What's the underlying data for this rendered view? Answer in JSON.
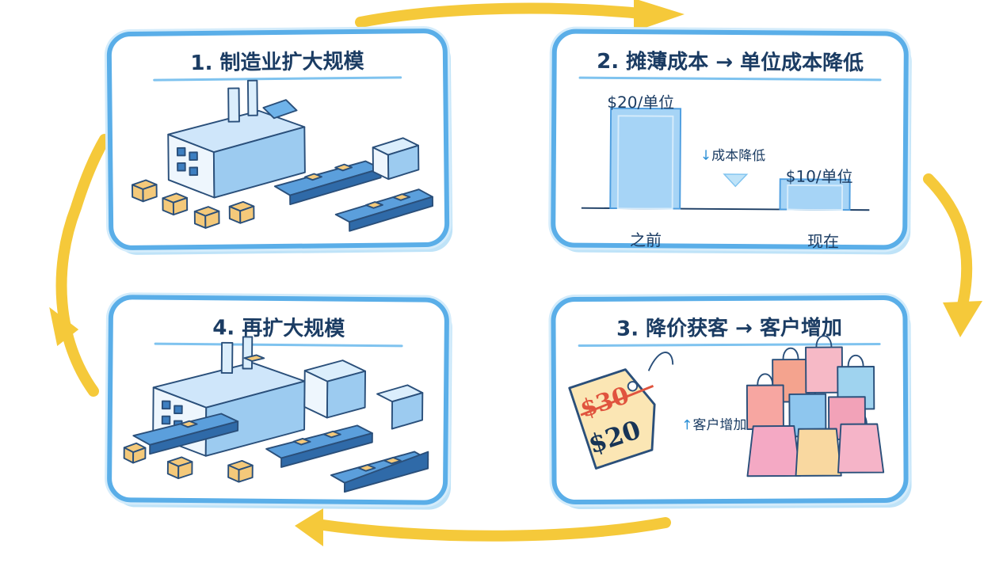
{
  "panels": {
    "p1": {
      "title": "1. 制造业扩大规模"
    },
    "p2": {
      "title": "2. 摊薄成本 → 单位成本降低",
      "before_value": "$20/单位",
      "after_value": "$10/单位",
      "change_note": "成本降低",
      "before_label": "之前",
      "after_label": "现在"
    },
    "p3": {
      "title": "3. 降价获客 → 客户增加",
      "old_price": "$30",
      "new_price": "$20",
      "change_note": "客户增加"
    },
    "p4": {
      "title": "4. 再扩大规模"
    }
  },
  "colors": {
    "panel_border": "#5aaee8",
    "cycle_arrow": "#f5c93a",
    "title_text": "#1b3c63",
    "strike_price": "#e0543e",
    "bar_fill": "#a6d4f6"
  },
  "icons": [
    "factory-illustration",
    "conveyor-belt",
    "cardboard-box",
    "price-tag",
    "shopping-bag",
    "down-arrow-icon",
    "up-arrow-icon"
  ]
}
